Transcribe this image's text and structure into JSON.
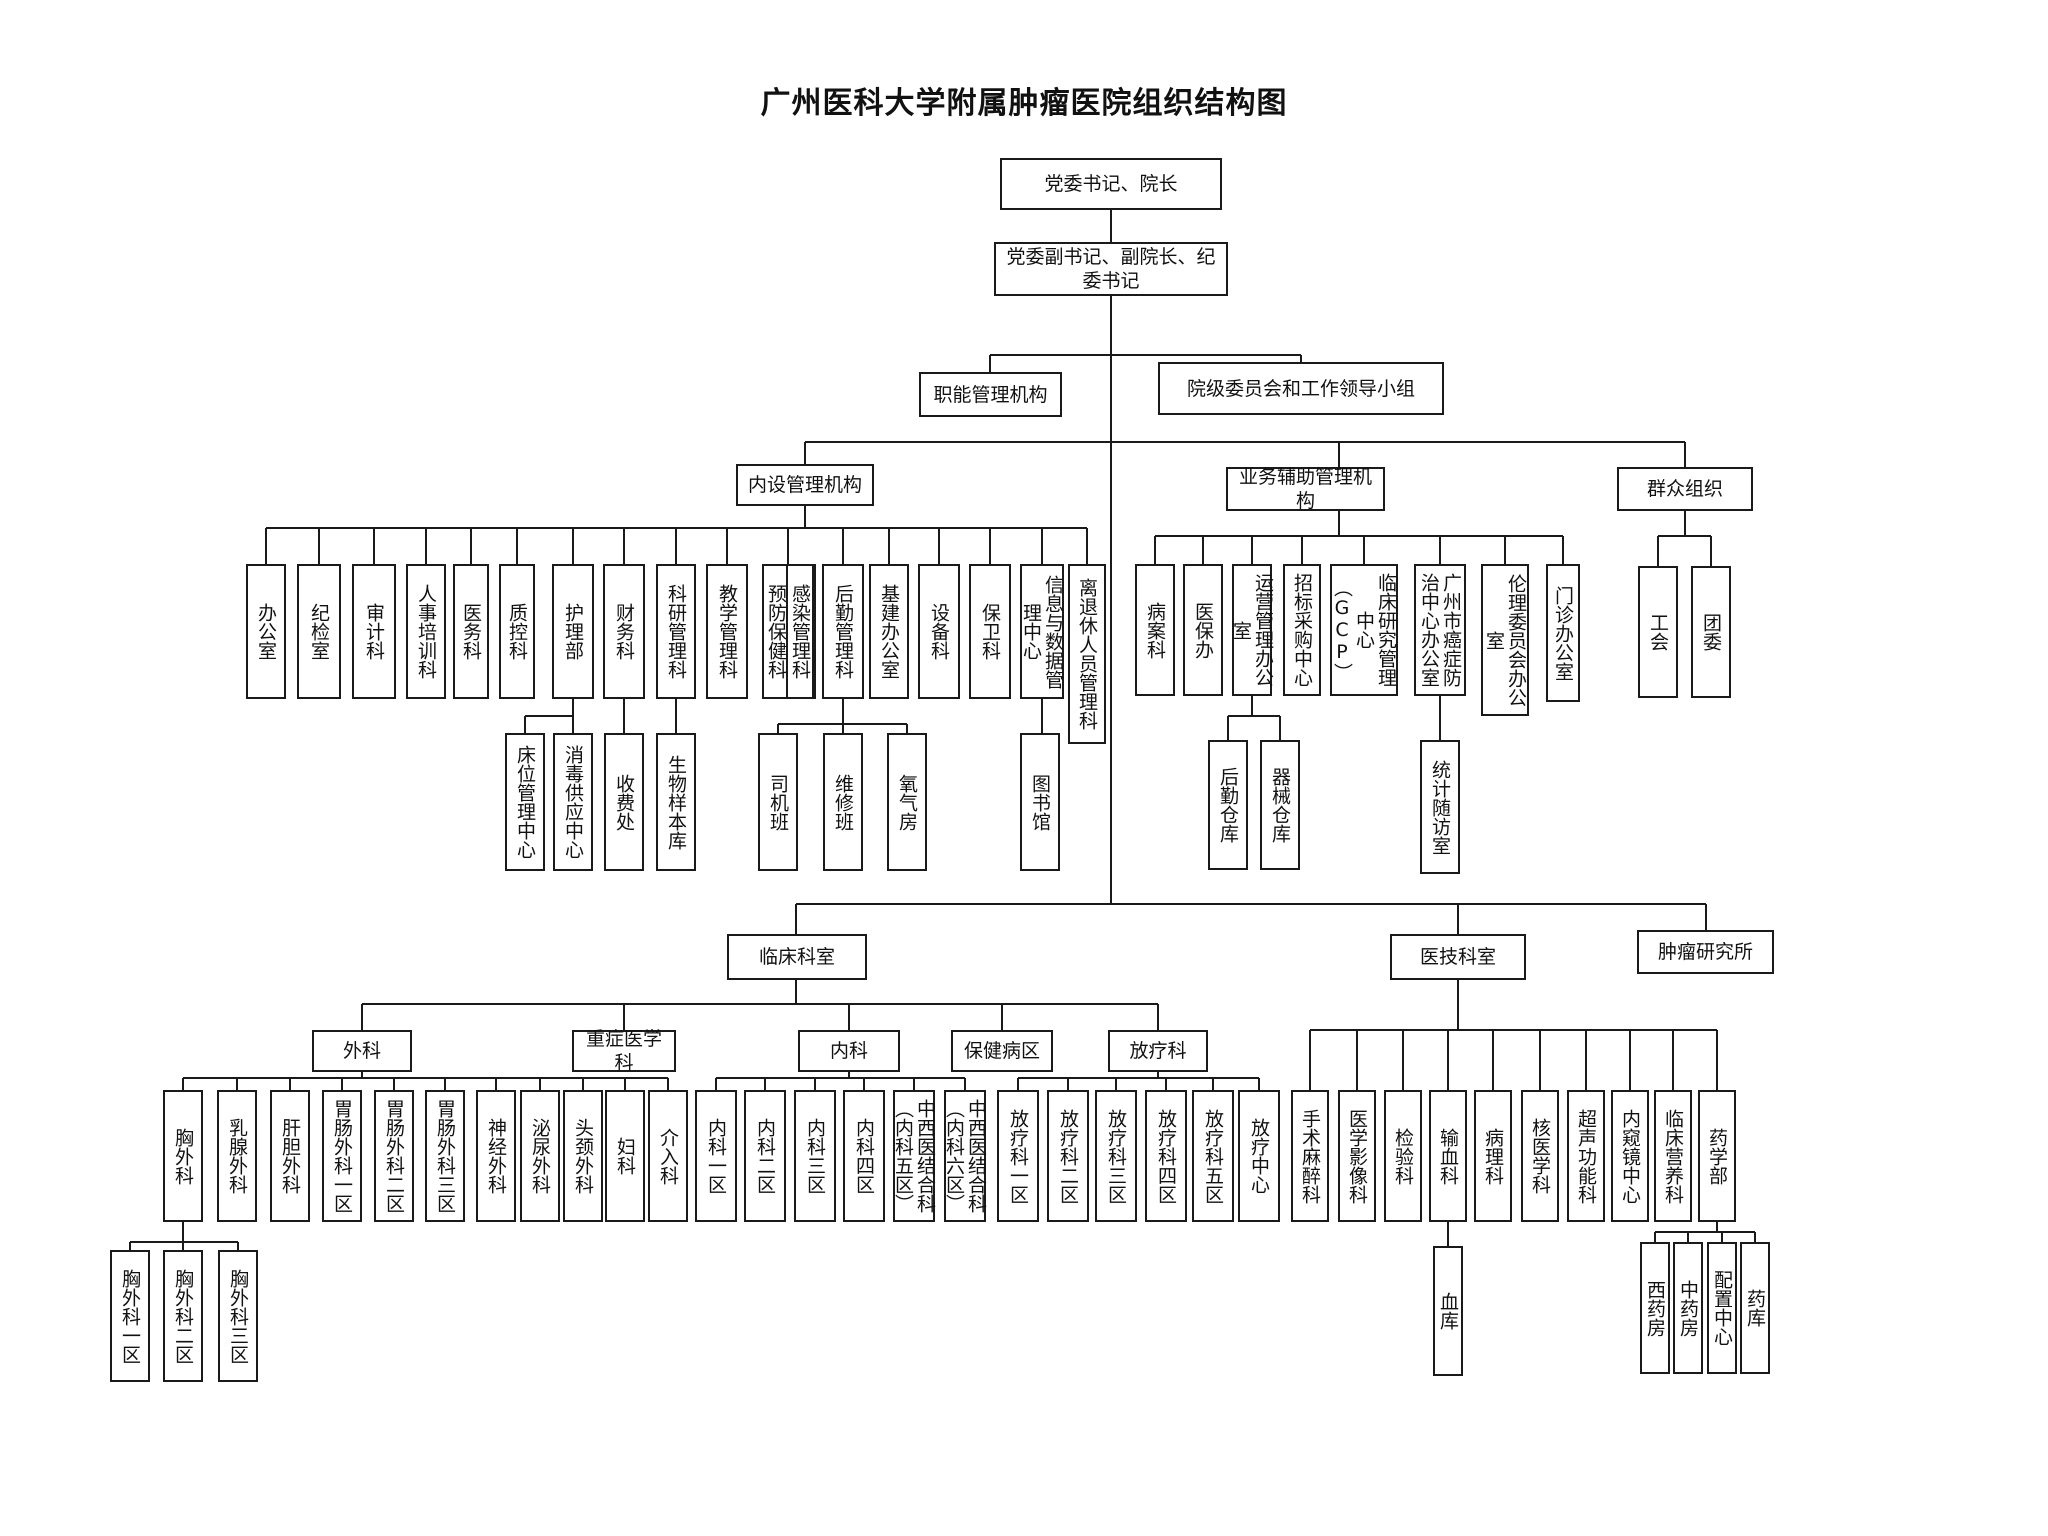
{
  "title": "广州医科大学附属肿瘤医院组织结构图",
  "top": {
    "secretary": "党委书记、院长",
    "deputies": "党委副书记、副院长、纪委书记"
  },
  "mgmt": {
    "func": "职能管理机构",
    "committee": "院级委员会和工作领导小组",
    "internal": "内设管理机构",
    "business": "业务辅助管理机构",
    "mass": "群众组织"
  },
  "internal_units": [
    "办公室",
    "纪检室",
    "审计科",
    "人事培训科",
    "医务科",
    "质控科",
    "护理部",
    "财务科",
    "科研管理科",
    "教学管理科",
    "预防保健科",
    "感染管理科",
    "后勤管理科",
    "基建办公室",
    "设备科",
    "保卫科",
    "信息与数据管理中心",
    "离退休人员管理科"
  ],
  "internal_subunits": [
    "床位管理中心",
    "消毒供应中心",
    "收费处",
    "生物样本库",
    "司机班",
    "维修班",
    "氧气房",
    "图书馆"
  ],
  "business_units": [
    "病案科",
    "医保办",
    "运营管理办公室",
    "招标采购中心",
    "临床研究管理中心（GCP）",
    "广州市癌症防治中心办公室",
    "伦理委员会办公室",
    "门诊办公室"
  ],
  "business_subunits": [
    "后勤仓库",
    "器械仓库",
    "统计随访室"
  ],
  "mass_units": [
    "工会",
    "团委"
  ],
  "clinical": {
    "root": "临床科室",
    "groups": [
      "外科",
      "重症医学科",
      "内科",
      "保健病区",
      "放疗科"
    ],
    "surgery": [
      "胸外科",
      "乳腺外科",
      "肝胆外科",
      "胃肠外科一区",
      "胃肠外科二区",
      "胃肠外科三区",
      "神经外科",
      "泌尿外科",
      "头颈外科",
      "妇科",
      "介入科"
    ],
    "thoracic": [
      "胸外科一区",
      "胸外科二区",
      "胸外科三区"
    ],
    "internal_med": [
      "内科一区",
      "内科二区",
      "内科三区",
      "内科四区",
      "中西医结合科（内科五区）",
      "中西医结合科（内科六区）"
    ],
    "radiotherapy": [
      "放疗科一区",
      "放疗科二区",
      "放疗科三区",
      "放疗科四区",
      "放疗科五区",
      "放疗中心"
    ]
  },
  "tech": {
    "root": "医技科室",
    "units": [
      "手术麻醉科",
      "医学影像科",
      "检验科",
      "输血科",
      "病理科",
      "核医学科",
      "超声功能科",
      "内窥镜中心",
      "临床营养科",
      "药学部"
    ],
    "blood": "血库",
    "pharmacy": [
      "西药房",
      "中药房",
      "配置中心",
      "药库"
    ]
  },
  "research": "肿瘤研究所"
}
